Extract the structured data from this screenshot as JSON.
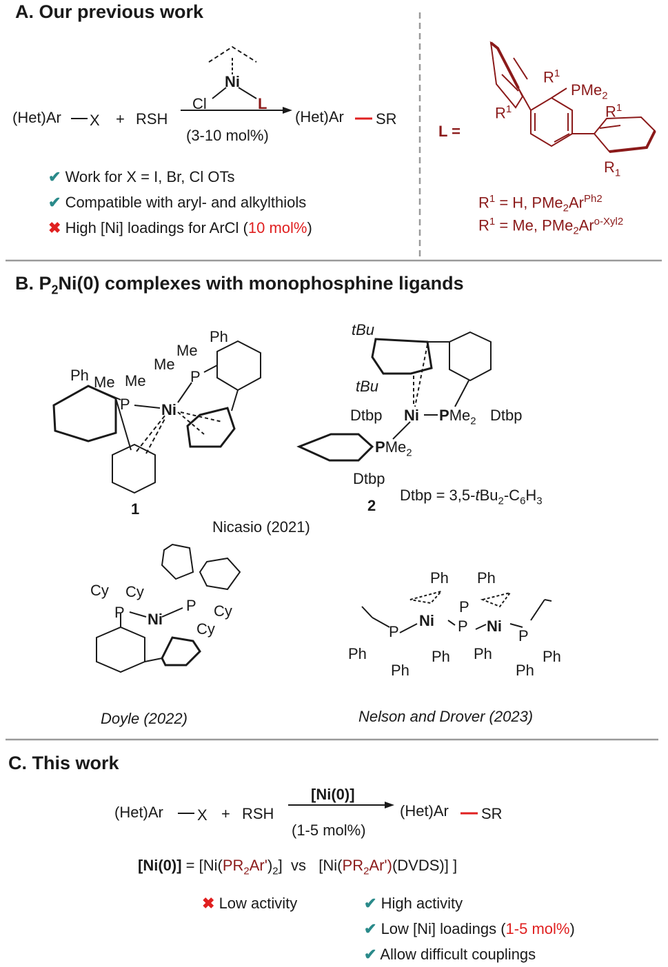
{
  "sectionA": {
    "title": "A. Our previous work",
    "reactant1": "(Het)Ar",
    "leaving_group": "X",
    "plus": "+",
    "reactant2": "RSH",
    "catalyst_cl": "Cl",
    "catalyst_ni": "Ni",
    "catalyst_L": "L",
    "loading": "(3-10 mol%)",
    "product_ar": "(Het)Ar",
    "product_sr": "SR",
    "points": [
      {
        "mark": "✔",
        "kind": "check",
        "text": "Work for X = I, Br, Cl OTs"
      },
      {
        "mark": "✔",
        "kind": "check",
        "text": "Compatible with aryl- and alkylthiols"
      },
      {
        "mark": "✖",
        "kind": "cross",
        "text_before": "High [Ni] loadings for ArCl (",
        "text_red": "10 mol%",
        "text_after": ")"
      }
    ],
    "ligand_label": "L =",
    "ligand_r1a": "R",
    "ligand_r1b": "R",
    "ligand_r1c": "R",
    "ligand_r1d": "R",
    "sup_1": "1",
    "sub_1": "1",
    "ligand_pme2": "PMe",
    "ligand_pme2_sub": "2",
    "def1_a": "R",
    "def1_sup": "1",
    "def1_b": " = H, PMe",
    "def1_sub": "2",
    "def1_c": "Ar",
    "def1_sup2": "Ph2",
    "def2_a": "R",
    "def2_sup": "1",
    "def2_b": " = Me, PMe",
    "def2_sub": "2",
    "def2_c": "Ar",
    "def2_sup2": "o-Xyl2"
  },
  "sectionB": {
    "title_a": "B. P",
    "title_sub": "2",
    "title_b": "Ni(0) complexes with monophosphine ligands",
    "c1": {
      "ph1": "Ph",
      "ph2": "Ph",
      "me1": "Me",
      "me2": "Me",
      "me3": "Me",
      "me4": "Me",
      "p1": "P",
      "p2": "P",
      "ni": "Ni",
      "label": "1"
    },
    "c2": {
      "tbu1": "tBu",
      "tbu2": "tBu",
      "dtbp1": "Dtbp",
      "dtbp2": "Dtbp",
      "dtbp3": "Dtbp",
      "ni": "Ni",
      "p1": "P",
      "p2": "P",
      "me2a": "Me",
      "me2b": "Me",
      "sub2": "2",
      "label": "2",
      "def_a": "Dtbp = 3,5-",
      "def_t": "t",
      "def_b": "Bu",
      "def_sub1": "2",
      "def_c": "-C",
      "def_sub2": "6",
      "def_d": "H",
      "def_sub3": "3"
    },
    "credit1": "Nicasio (2021)",
    "c3": {
      "cy1": "Cy",
      "cy2": "Cy",
      "cy3": "Cy",
      "cy4": "Cy",
      "p1": "P",
      "p2": "P",
      "ni": "Ni"
    },
    "credit2": "Doyle (2022)",
    "c4": {
      "ph1": "Ph",
      "ph2": "Ph",
      "ph3": "Ph",
      "ph4": "Ph",
      "ph5": "Ph",
      "ph6": "Ph",
      "ph7": "Ph",
      "ph8": "Ph",
      "p1": "P",
      "p2": "P",
      "p3": "P",
      "p4": "P",
      "ni1": "Ni",
      "ni2": "Ni"
    },
    "credit3": "Nelson and Drover (2023)"
  },
  "sectionC": {
    "title": "C. This work",
    "reactant1": "(Het)Ar",
    "leaving_group": "X",
    "plus": "+",
    "reactant2": "RSH",
    "catalyst": "[Ni(0)]",
    "loading": "(1-5 mol%)",
    "product_ar": "(Het)Ar",
    "product_sr": "SR",
    "eq_bold": "[Ni(0)]",
    "eq_a": " = [Ni(",
    "eq_b": "PR",
    "eq_sub": "2",
    "eq_c": "Ar'",
    "eq_d": ")",
    "eq_sub2": "2",
    "eq_e": "]  vs   [Ni(",
    "eq_f": "PR",
    "eq_sub3": "2",
    "eq_g": "Ar')",
    "eq_h": "(DVDS)] ]",
    "bad": {
      "mark": "✖",
      "text": "Low activity"
    },
    "good": [
      {
        "mark": "✔",
        "text": "High activity"
      },
      {
        "mark": "✔",
        "text_before": "Low [Ni] loadings (",
        "text_red": "1-5 mol%",
        "text_after": ")"
      },
      {
        "mark": "✔",
        "text": "Allow difficult couplings"
      }
    ]
  },
  "colors": {
    "red": "#e02020",
    "dark_red": "#8b1a1a",
    "teal": "#2a8a8a",
    "rule": "#999999"
  }
}
